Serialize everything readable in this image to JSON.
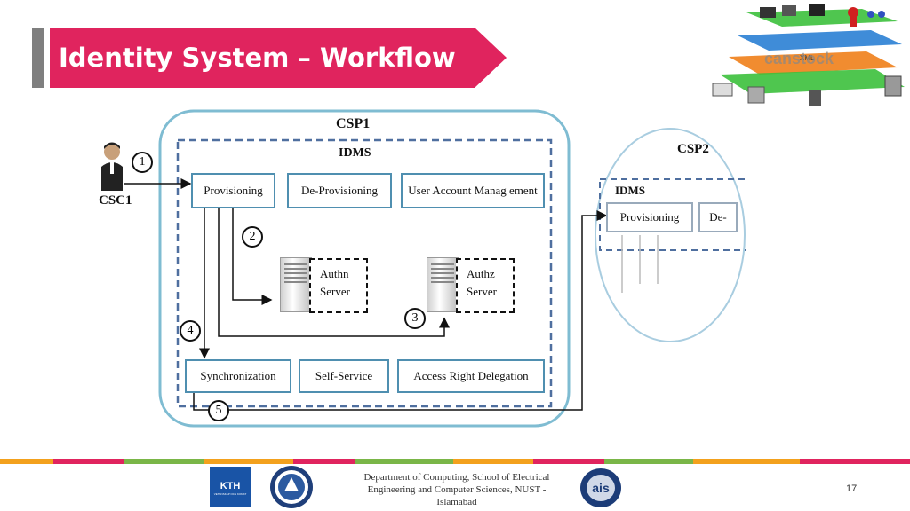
{
  "slide": {
    "title": "Identity System – Workflow",
    "page_number": "17"
  },
  "footer": {
    "line1": "Department of Computing, School of Electrical",
    "line2": "Engineering and Computer Sciences, NUST -",
    "line3": "Islamabad"
  },
  "logos": {
    "kth_line1": "KTH",
    "kth_line2": "VETENSKAP OCH KONST",
    "ais": "ais"
  },
  "corner_image": {
    "watermark": "canstock",
    "xml_label": "XML"
  },
  "diagram": {
    "csp1": "CSP1",
    "csp2": "CSP2",
    "idms1": "IDMS",
    "idms2": "IDMS",
    "csc1": "CSC1",
    "provisioning": "Provisioning",
    "deprovisioning": "De-Provisioning",
    "user_account_mgmt": "User Account Manag ement",
    "synchronization": "Synchronization",
    "self_service": "Self-Service",
    "access_right_delegation": "Access Right Delegation",
    "authn_line1": "Authn",
    "authn_line2": "Server",
    "authz_line1": "Authz",
    "authz_line2": "Server",
    "csp2_provisioning": "Provisioning",
    "csp2_de": "De-",
    "steps": [
      "1",
      "2",
      "3",
      "4",
      "5"
    ]
  },
  "colors": {
    "accent": "#e0245e",
    "title_bar": "#7f7f7f",
    "csp_border": "#7fbcd2",
    "box_border": "#4f8fb0"
  }
}
